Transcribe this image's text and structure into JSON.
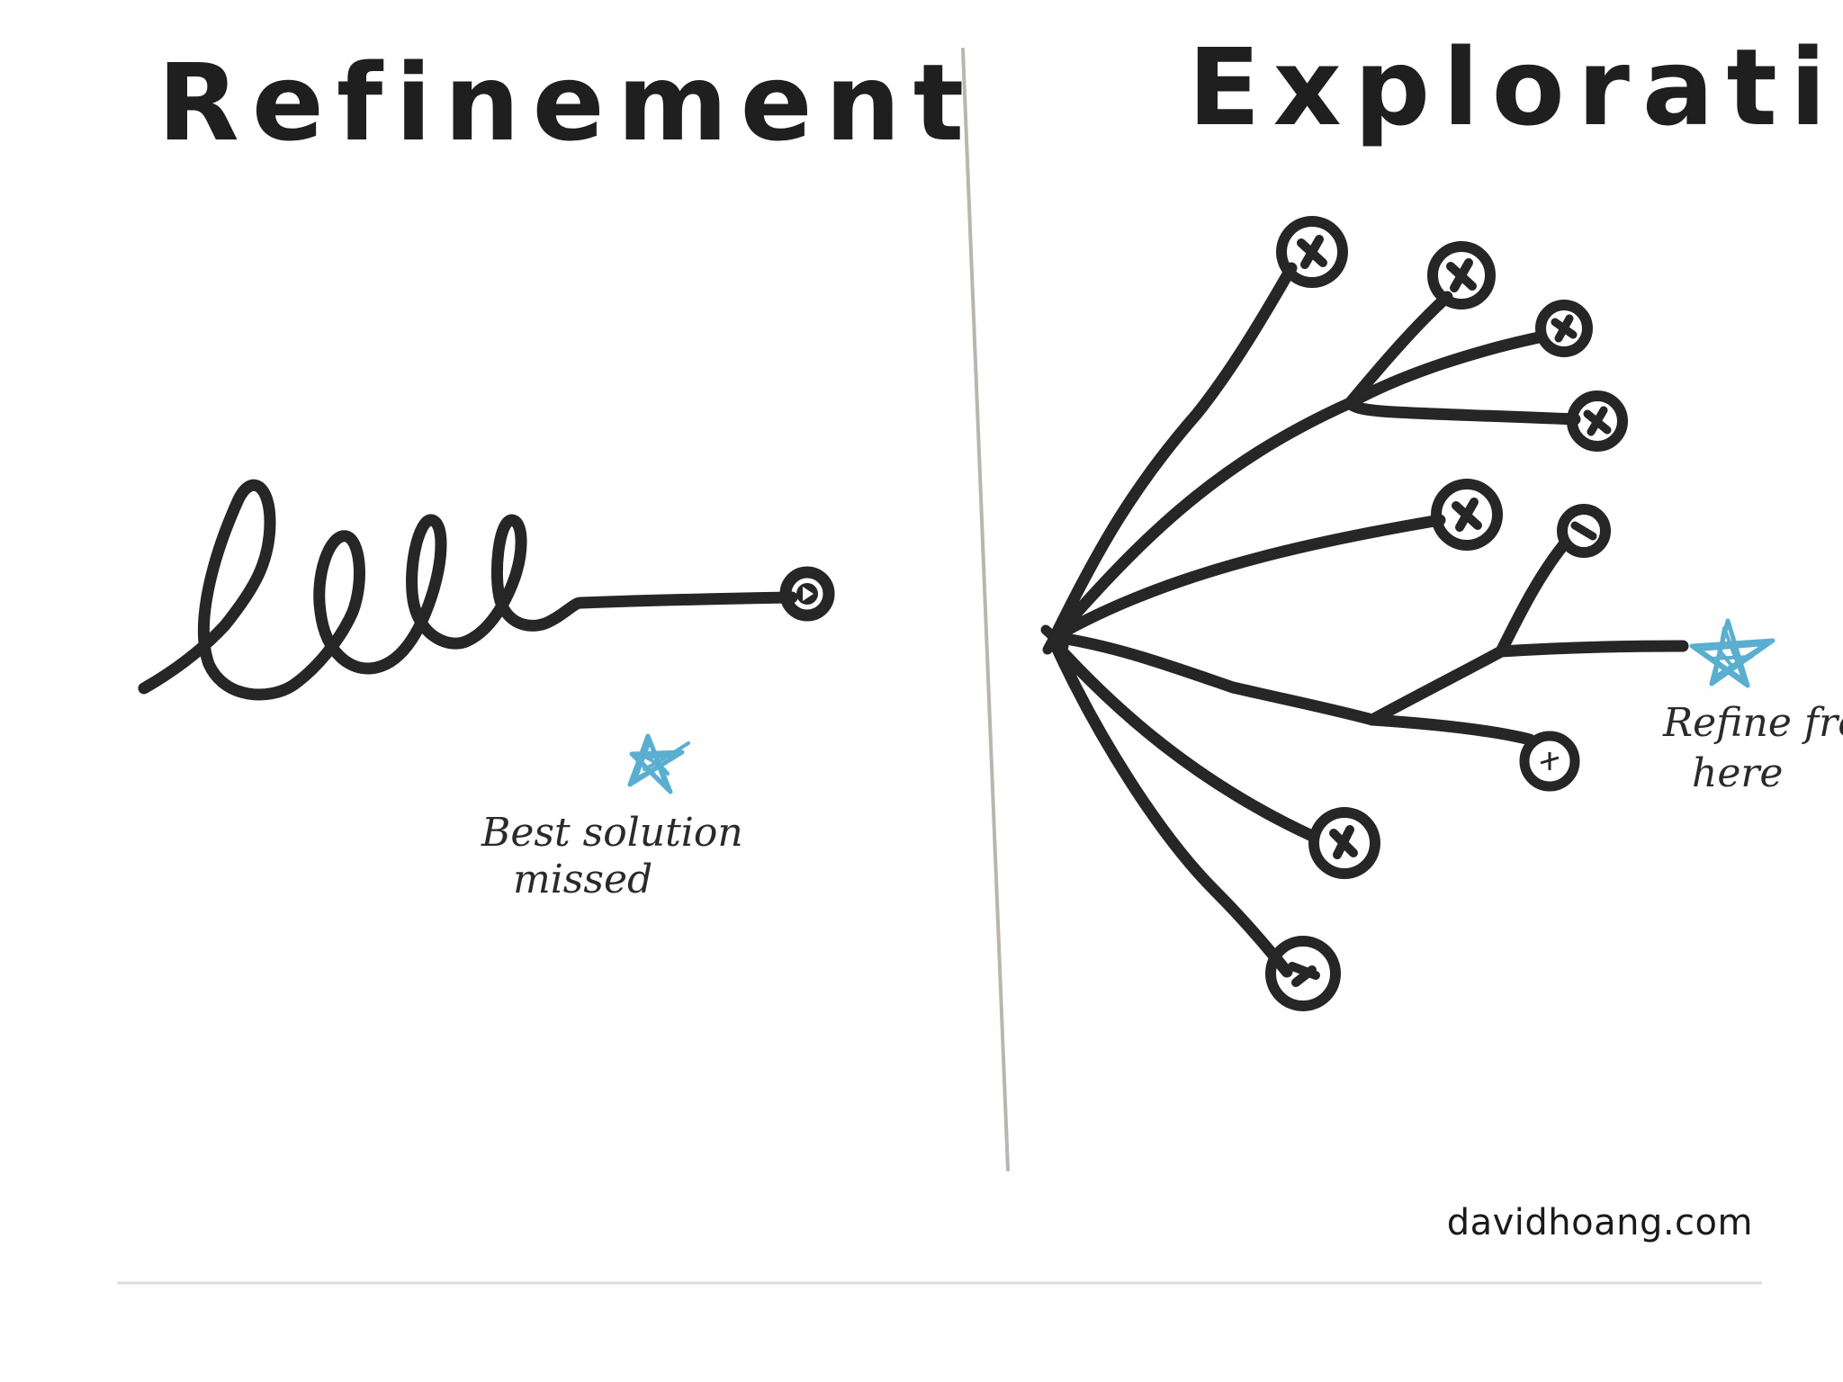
{
  "left_panel": {
    "title": "Refinement",
    "annotation": [
      "Best solution",
      "missed"
    ]
  },
  "right_panel": {
    "title": "Exploration",
    "annotation": [
      "Refine from",
      "here"
    ]
  },
  "credit": "davidhoang.com",
  "colors": {
    "ink": "#262626",
    "highlight_star": "#5aaed0",
    "divider": "#b9b5b0",
    "rule": "#dcdcdc"
  },
  "icons": [
    "dead-end-node-icon",
    "endpoint-node-icon",
    "star-icon"
  ]
}
